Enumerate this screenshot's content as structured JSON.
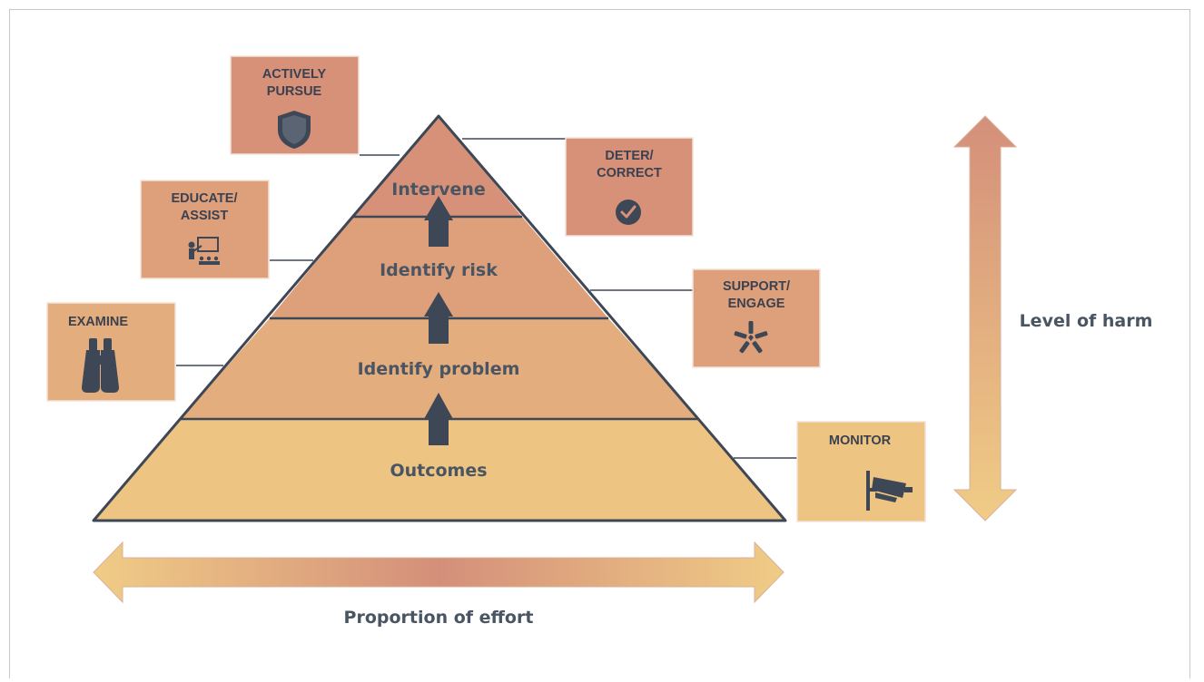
{
  "tiers": [
    {
      "label": "Intervene",
      "color": "#d69178"
    },
    {
      "label": "Identify risk",
      "color": "#dea07a"
    },
    {
      "label": "Identify problem",
      "color": "#e3ad7d"
    },
    {
      "label": "Outcomes",
      "color": "#edc482"
    }
  ],
  "boxes": {
    "actively_pursue": {
      "line1": "ACTIVELY",
      "line2": "PURSUE",
      "icon": "shield-icon"
    },
    "educate_assist": {
      "line1": "EDUCATE/",
      "line2": "ASSIST",
      "icon": "teacher-icon"
    },
    "examine": {
      "line1": "EXAMINE",
      "icon": "binoculars-icon"
    },
    "deter_correct": {
      "line1": "DETER/",
      "line2": "CORRECT",
      "icon": "checkmark-icon"
    },
    "support_engage": {
      "line1": "SUPPORT/",
      "line2": "ENGAGE",
      "icon": "hands-together-icon"
    },
    "monitor": {
      "line1": "MONITOR",
      "icon": "cctv-camera-icon"
    }
  },
  "axes": {
    "vertical": "Level of harm",
    "horizontal": "Proportion of effort"
  },
  "colors": {
    "dark": "#3e4756",
    "box_top": "#d69178",
    "box_mid": "#dea07a",
    "box_bottom": "#edc482",
    "arrow_light": "#f0cc86",
    "arrow_dark": "#d48f7a"
  }
}
